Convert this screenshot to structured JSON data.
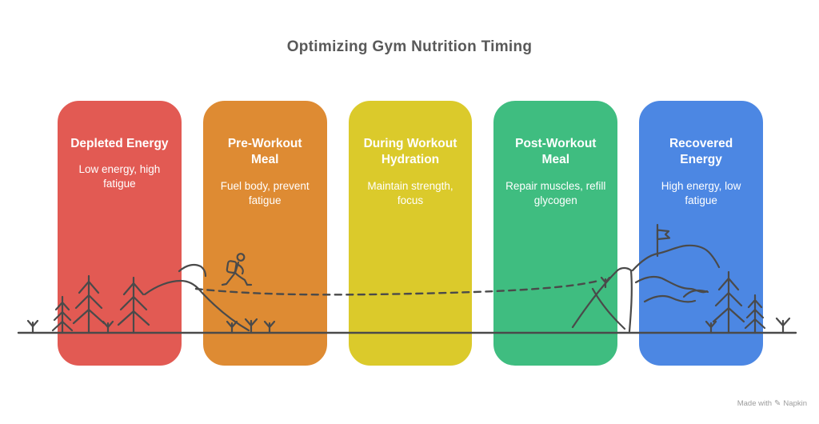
{
  "title": "Optimizing Gym Nutrition Timing",
  "colors": {
    "background": "#ffffff",
    "title_text": "#595959",
    "card_text": "#ffffff",
    "red": "#E25A53",
    "orange": "#DE8B33",
    "yellow": "#DBCA2B",
    "green": "#3FBD80",
    "blue": "#4C87E3"
  },
  "cards": [
    {
      "id": "depleted-energy",
      "title": "Depleted Energy",
      "subtitle": "Low energy, high\nfatigue",
      "color": "#E25A53"
    },
    {
      "id": "pre-workout-meal",
      "title": "Pre-Workout\nMeal",
      "subtitle": "Fuel body, prevent\nfatigue",
      "color": "#DE8B33"
    },
    {
      "id": "during-workout-hydration",
      "title": "During Workout\nHydration",
      "subtitle": "Maintain strength,\nfocus",
      "color": "#DBCA2B"
    },
    {
      "id": "post-workout-meal",
      "title": "Post-Workout\nMeal",
      "subtitle": "Repair muscles, refill\nglycogen",
      "color": "#3FBD80"
    },
    {
      "id": "recovered-energy",
      "title": "Recovered\nEnergy",
      "subtitle": "High energy, low\nfatigue",
      "color": "#4C87E3"
    }
  ],
  "illustration": {
    "stroke_color": "#4A4A4A",
    "icons": [
      "ground-line",
      "dashed-trail",
      "sprout-icon",
      "pine-tree-icon",
      "hill-ridge",
      "hiker-icon",
      "mountain-peak",
      "mountain-contour",
      "flag-icon"
    ]
  },
  "watermark": {
    "prefix": "Made with",
    "brand": "Napkin",
    "icon": "✎"
  }
}
